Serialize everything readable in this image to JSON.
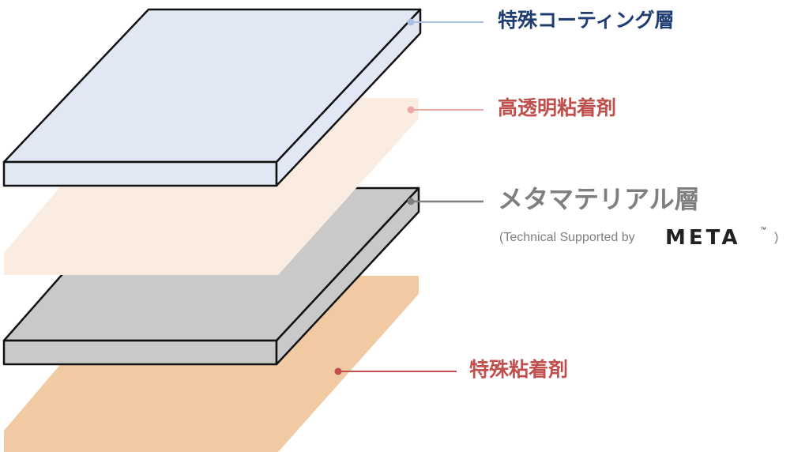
{
  "layers": {
    "coating": {
      "label": "特殊コーティング層",
      "fill": "#e1e8f3",
      "text_color": "#1f3d73",
      "dot_color": "#a9c1de"
    },
    "oca": {
      "label": "高透明粘着剤",
      "fill": "#fbece1",
      "text_color": "#c0504d",
      "dot_color": "#eba9a7"
    },
    "metamaterial": {
      "label": "メタマテリアル層",
      "fill": "#c9c9c9",
      "text_color": "#7f7f7f",
      "dot_color": "#7f7f7f",
      "note_prefix": "(Technical Supported by",
      "note_suffix": ")",
      "logo_text": "META",
      "logo_tm": "™"
    },
    "adhesive": {
      "label": "特殊粘着剤",
      "fill": "#f1c9a2",
      "text_color": "#c0504d",
      "dot_color": "#c0504d"
    }
  },
  "colors": {
    "outline": "#111111",
    "background": "#ffffff"
  }
}
